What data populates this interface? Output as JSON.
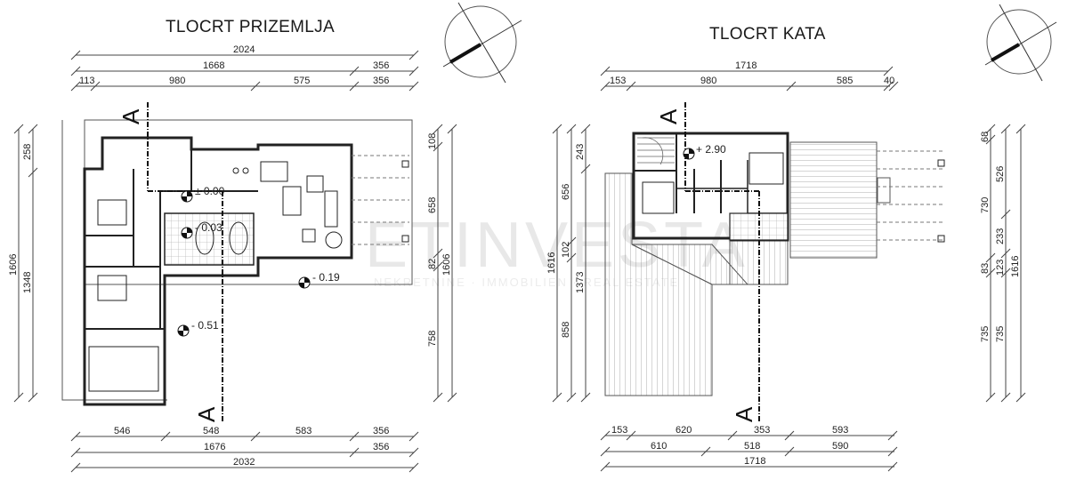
{
  "ground_floor": {
    "title": "TLOCRT PRIZEMLJA",
    "top_dims": {
      "row1": [
        "2024"
      ],
      "row2": [
        "1668",
        "356"
      ],
      "row3": [
        "113",
        "980",
        "575",
        "356"
      ]
    },
    "bottom_dims": {
      "row1": [
        "546",
        "548",
        "583",
        "356"
      ],
      "row2": [
        "1676",
        "356"
      ],
      "row3": [
        "2032"
      ]
    },
    "left_dims": {
      "outer": [
        "1606"
      ],
      "inner": [
        "258",
        "1348"
      ]
    },
    "right_dims": {
      "inner": [
        "108",
        "658",
        "82",
        "758"
      ],
      "outer": [
        "1606"
      ]
    },
    "levels": [
      "± 0.00",
      "- 0.03",
      "- 0.19",
      "- 0.51"
    ],
    "section_marker": "A"
  },
  "upper_floor": {
    "title": "TLOCRT KATA",
    "top_dims": {
      "row1": [
        "1718"
      ],
      "row2": [
        "153",
        "980",
        "585",
        "40"
      ]
    },
    "bottom_dims": {
      "row1": [
        "153",
        "620",
        "353",
        "593"
      ],
      "row2": [
        "610",
        "518",
        "590"
      ],
      "row3": [
        "1718"
      ]
    },
    "left_dims": {
      "outer": [
        "1616"
      ],
      "middle": [
        "656",
        "102",
        "858"
      ],
      "inner": [
        "243",
        "1373"
      ]
    },
    "right_dims": {
      "outer_col1": [
        "68",
        "730",
        "83",
        "735"
      ],
      "col2": [
        "526",
        "233",
        "123",
        "735"
      ],
      "col3": [
        "1616"
      ]
    },
    "levels": [
      "+ 2.90"
    ],
    "section_marker": "A"
  },
  "watermark": {
    "main": "ETINVESTA",
    "sub": "NEKRETNINE · IMMOBILIEN · REAL ESTATE"
  },
  "north_arrow": {
    "count": 2
  }
}
